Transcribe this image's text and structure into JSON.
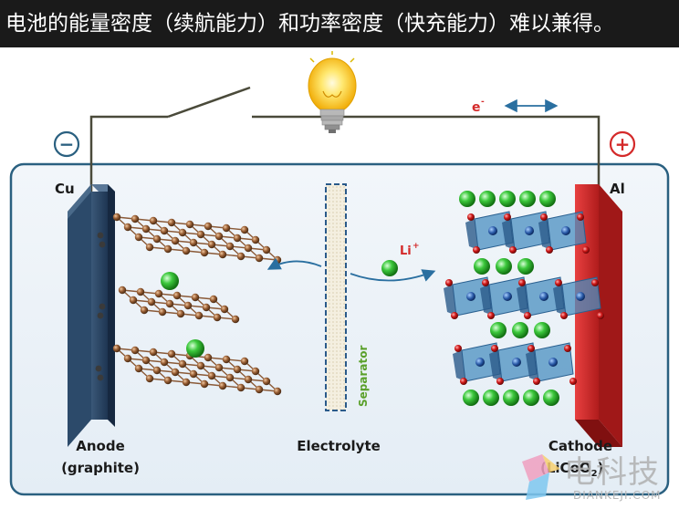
{
  "title": "电池的能量密度（续航能力）和功率密度（快充能力）难以兼得。",
  "diagram": {
    "negative_symbol": "−",
    "positive_symbol": "+",
    "electron_label": "e",
    "electron_sup": "-",
    "anode_metal": "Cu",
    "cathode_metal": "Al",
    "ion_label": "Li",
    "ion_sup": "+",
    "separator_label": "Separator",
    "anode_label_line1": "Anode",
    "anode_label_line2": "(graphite)",
    "electrolyte_label": "Electrolyte",
    "cathode_label_line1": "Cathode",
    "cathode_label_line2": "(LiCoO",
    "cathode_label_sub": "2",
    "cathode_label_end": ")"
  },
  "watermark": {
    "brand": "电科技",
    "url": "DIANKEJI.COM"
  },
  "colors": {
    "title_bg": "#1a1a1a",
    "anode_electrode": "#2c4a6a",
    "cathode_electrode": "#d42a2a",
    "lithium_ion": "#3cc83c",
    "carbon_atom": "#8a5a38",
    "oxygen_atom": "#cc1a1a",
    "cobalt_octahedron": "#4a8fc0",
    "cell_border": "#2a6080",
    "arrow": "#2a6fa0",
    "wire": "#4a4a3a"
  },
  "icons": {
    "bulb": "light-bulb-icon",
    "switch": "switch-icon"
  }
}
